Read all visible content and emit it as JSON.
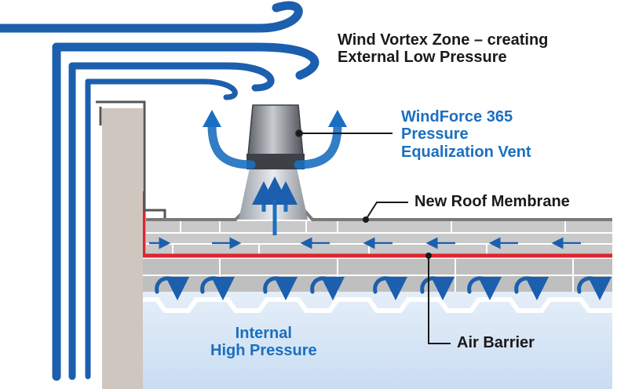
{
  "labels": {
    "wind_zone_line1": "Wind Vortex Zone – creating",
    "wind_zone_line2": "External Low Pressure",
    "vent_line1": "WindForce 365",
    "vent_line2": "Pressure",
    "vent_line3": "Equalization Vent",
    "membrane": "New Roof Membrane",
    "internal_line1": "Internal",
    "internal_line2": "High Pressure",
    "air_barrier": "Air Barrier"
  },
  "colors": {
    "wind_blue": "#1b5fae",
    "label_blue": "#1b6fc0",
    "barrier_red": "#e0242b",
    "panel_gray": "#c9c9c9",
    "wall_taupe": "#cfc6bf",
    "air_light_blue": "#d7e6f6",
    "vent_dark": "#6f737a"
  },
  "icons": [
    "wind-swirl-icon",
    "airflow-arrow-icon"
  ]
}
